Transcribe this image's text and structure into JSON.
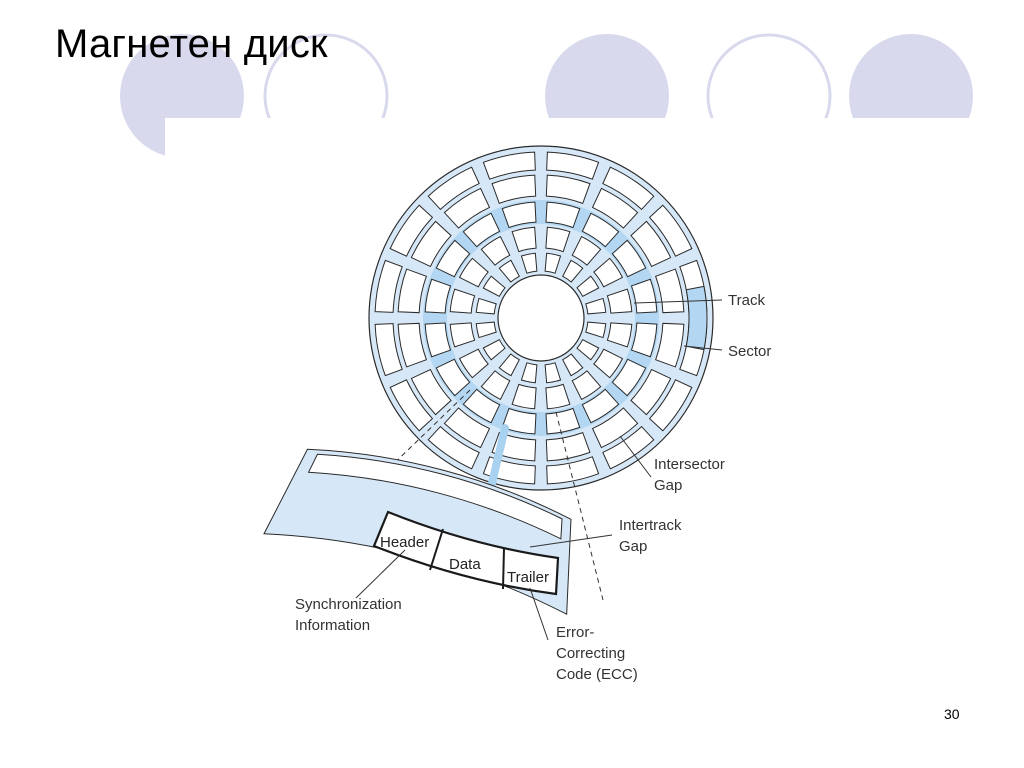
{
  "slide": {
    "title": "Магнетен диск",
    "page_number": "30"
  },
  "diagram": {
    "labels": {
      "track": "Track",
      "sector": "Sector",
      "intersector_gap_line1": "Intersector",
      "intersector_gap_line2": "Gap",
      "intertrack_gap_line1": "Intertrack",
      "intertrack_gap_line2": "Gap",
      "sync_info_line1": "Synchronization",
      "sync_info_line2": "Information",
      "ecc_line1": "Error-",
      "ecc_line2": "Correcting",
      "ecc_line3": "Code (ECC)"
    },
    "record_fields": {
      "header": "Header",
      "data": "Data",
      "trailer": "Trailer"
    }
  },
  "colors": {
    "decor_circle": "#d9d9ee",
    "disk_fill": "#d6e8f7",
    "disk_highlight": "#b3d7f2",
    "outline": "#2a2a2a",
    "arrow": "#a9d2f0"
  }
}
